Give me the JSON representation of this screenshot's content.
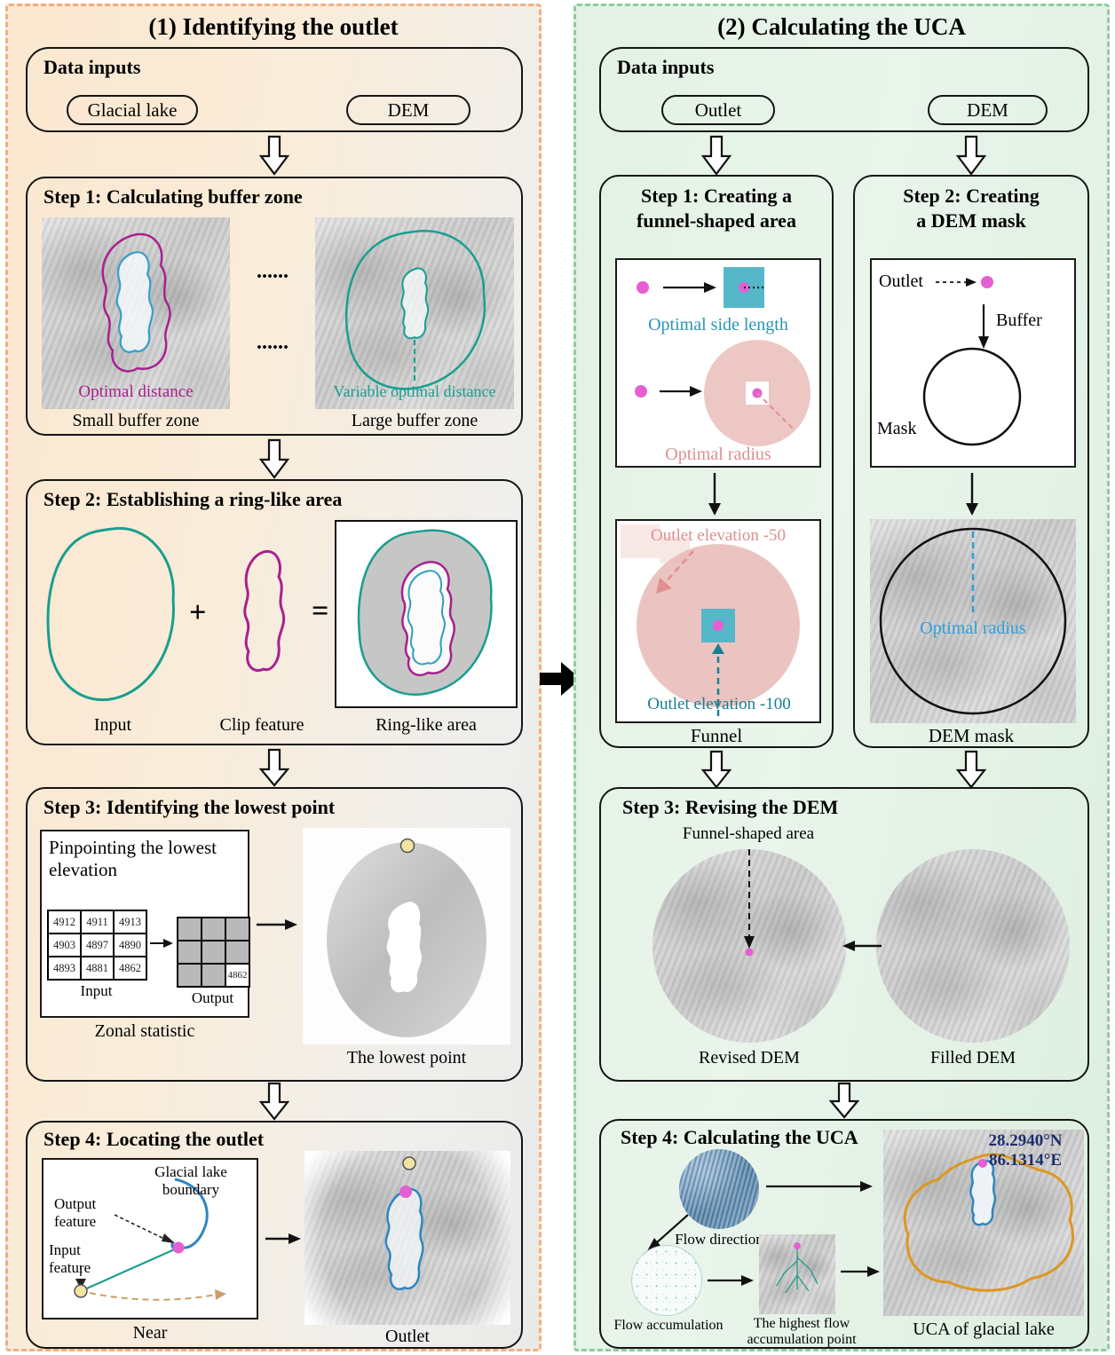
{
  "colors": {
    "teal_outline": "#1a9e8f",
    "lake_blue": "#2e86c1",
    "label_cyan": "#2996b4",
    "magenta_outline": "#a8208e",
    "magenta_dot": "#e55fd2",
    "pink_fill": "#e7b7b4",
    "pink_text": "#e08e90",
    "orange_boundary": "#dd9722",
    "yellow_dot": "#f2e4a0",
    "panel1_border": "#f0ae85",
    "panel2_border": "#8fcb9f"
  },
  "panel1": {
    "title": "(1) Identifying the outlet",
    "data_inputs": {
      "label": "Data inputs",
      "pills": [
        "Glacial lake",
        "DEM"
      ]
    },
    "step1": {
      "title": "Step 1: Calculating buffer zone",
      "dots": "......",
      "small": {
        "label": "Optimal distance",
        "caption": "Small buffer zone"
      },
      "large": {
        "label": "Variable optimal distance",
        "caption": "Large buffer zone"
      }
    },
    "step2": {
      "title": "Step 2: Establishing a ring-like area",
      "plus": "+",
      "equals": "=",
      "captions": {
        "input": "Input",
        "clip": "Clip feature",
        "ring": "Ring-like area"
      }
    },
    "step3": {
      "title": "Step 3: Identifying the lowest point",
      "pinpoint": "Pinpointing the lowest elevation",
      "input_grid": [
        [
          "4912",
          "4911",
          "4913"
        ],
        [
          "4903",
          "4897",
          "4890"
        ],
        [
          "4893",
          "4881",
          "4862"
        ]
      ],
      "output_value": "4862",
      "input_label": "Input",
      "output_label": "Output",
      "left_caption": "Zonal statistic",
      "right_caption": "The lowest point"
    },
    "step4": {
      "title": "Step 4: Locating the outlet",
      "boundary_label": "Glacial lake boundary",
      "output_feature": "Output feature",
      "input_feature": "Input feature",
      "left_caption": "Near",
      "right_caption": "Outlet"
    }
  },
  "panel2": {
    "title": "(2) Calculating the UCA",
    "data_inputs": {
      "label": "Data inputs",
      "pills": [
        "Outlet",
        "DEM"
      ]
    },
    "step1": {
      "title": "Step 1: Creating a funnel-shaped area",
      "side_length_label": "Optimal side length",
      "radius_label": "Optimal radius",
      "elev50": "Outlet elevation -50",
      "elev100": "Outlet elevation -100",
      "caption": "Funnel"
    },
    "step2": {
      "title": "Step 2: Creating a DEM mask",
      "outlet_label": "Outlet",
      "buffer_label": "Buffer",
      "mask_label": "Mask",
      "radius_label": "Optimal radius",
      "caption": "DEM mask"
    },
    "step3": {
      "title": "Step 3: Revising the DEM",
      "funnel_area_label": "Funnel-shaped area",
      "left_caption": "Revised DEM",
      "right_caption": "Filled DEM"
    },
    "step4": {
      "title": "Step 4: Calculating the UCA",
      "flow_direction": "Flow direction",
      "flow_accumulation": "Flow accumulation",
      "highest_flow": "The highest flow accumulation point",
      "coord_n": "28.2940°N",
      "coord_e": "86.1314°E",
      "caption": "UCA of glacial lake"
    }
  }
}
